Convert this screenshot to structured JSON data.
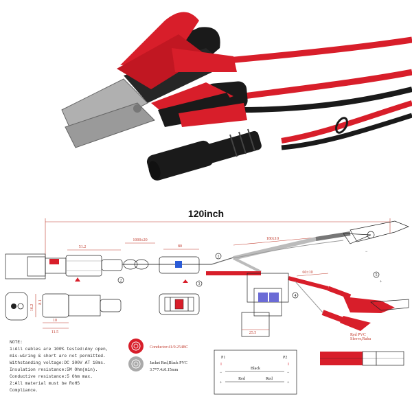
{
  "diagram": {
    "title": "120inch",
    "dimensions": {
      "d_1000": "1000±20",
      "d_80": "80",
      "d_51": "51.2",
      "d_180": "180±10",
      "d_60": "60±10",
      "d_25": "25.5",
      "d_16": "16.2",
      "d_8": "8.1",
      "d_10": "10",
      "d_11": "11.5"
    },
    "callouts": [
      "1",
      "2",
      "3",
      "4",
      "5"
    ],
    "markers": {
      "plus": "+",
      "minus": "−",
      "plus_small": "+",
      "minus_small": "−"
    },
    "wire_label": "Red PVC\nSleeve,Ruba"
  },
  "notes": {
    "header": "NOTE:",
    "lines": [
      "1:All cables are 100% tested:Any open,",
      "mis-wiring & short are not permitted.",
      " Withstanding voltage:DC 300V AT 10ms.",
      " Insulation resistance:5M Ohm(min).",
      " Conductive resistance:5 Ohm max.",
      "2:All material must be RoHS",
      "Compliance."
    ]
  },
  "cable_spec": {
    "conductor": "Conductor:41/0.254BC",
    "jacket_line1": "Jacket Red,Black PVC",
    "jacket_line2": "3.7*7.4±0.15mm"
  },
  "schematic": {
    "p1": "P1",
    "p2": "P2",
    "black": "Black",
    "red1": "Red",
    "red2": "Red",
    "plus_left": "+",
    "minus_left": "−",
    "minus_right": "−",
    "plus_right": "+"
  },
  "colors": {
    "red": "#d81e2a",
    "black": "#1a1a1a",
    "dim_red": "#c0392b",
    "metal": "#a8a8a8"
  }
}
